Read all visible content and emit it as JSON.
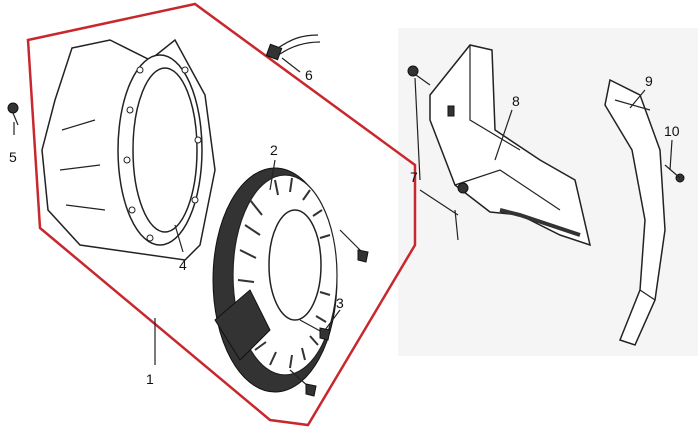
{
  "diagram": {
    "title": "Recoil starter and fan cover exploded view",
    "callouts": [
      "1",
      "2",
      "3",
      "4",
      "5",
      "6",
      "7",
      "8",
      "9",
      "10"
    ],
    "colors": {
      "group_outline": "#c8282d",
      "right_panel_bg": "#f5f5f5",
      "line": "#222222"
    }
  }
}
